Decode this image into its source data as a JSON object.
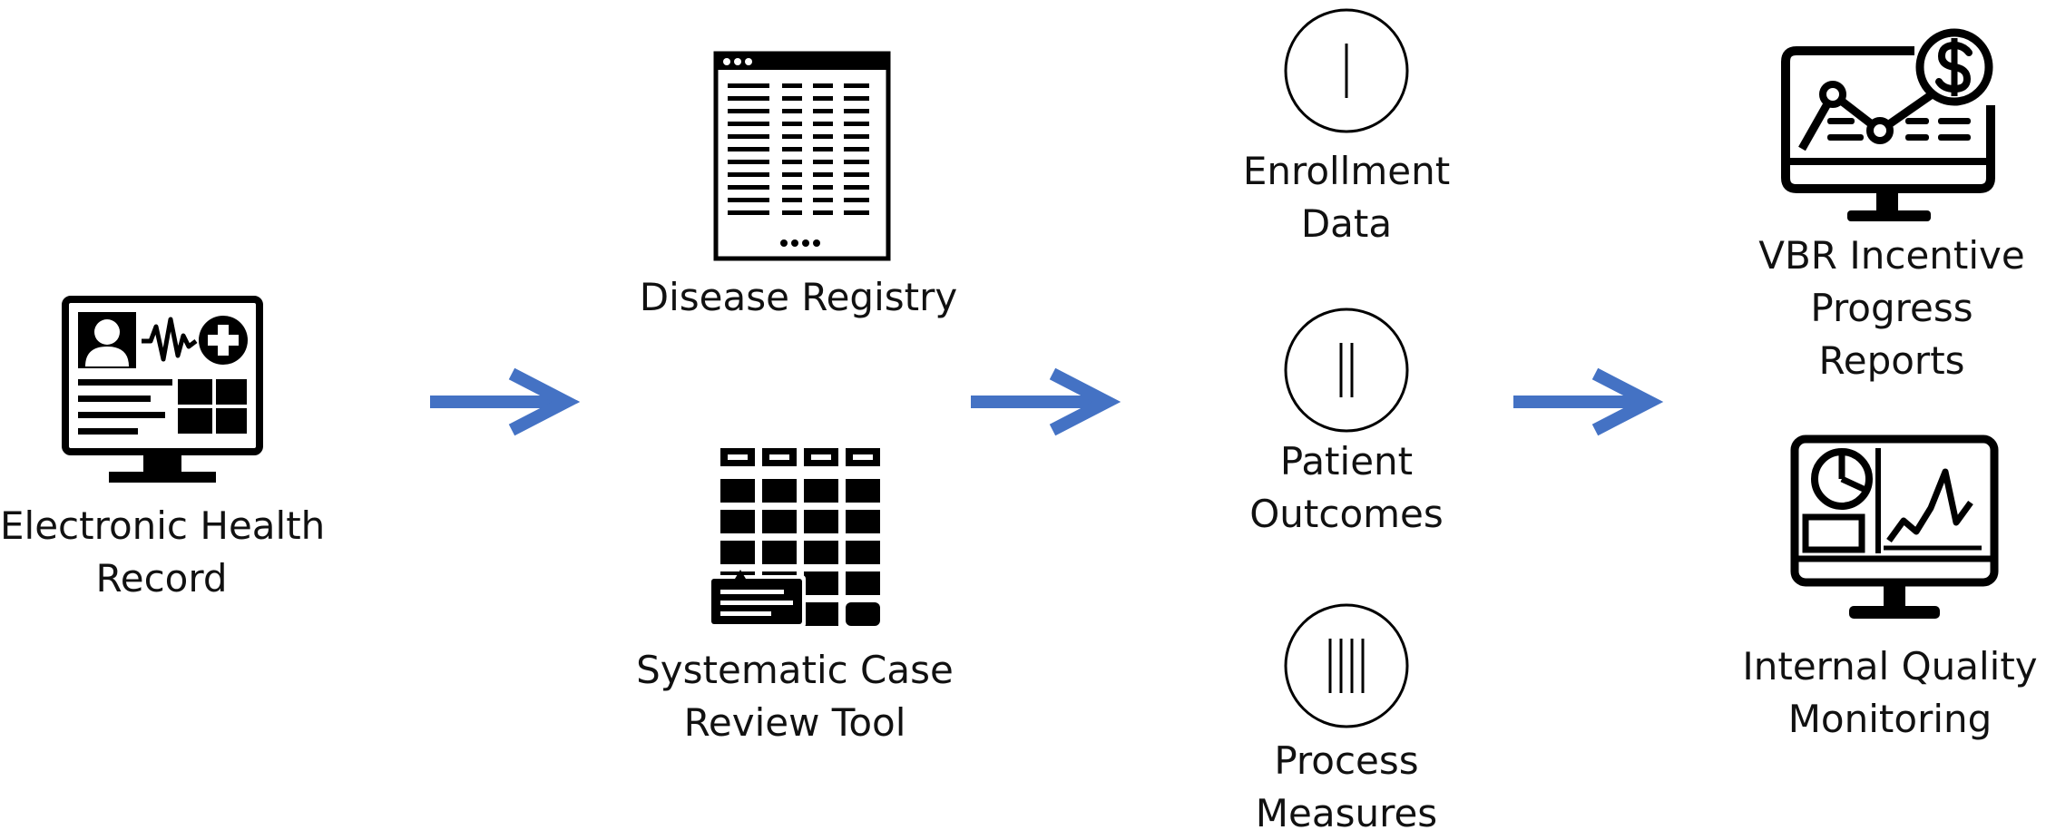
{
  "nodes": {
    "ehr": {
      "lines": [
        "Electronic Health",
        "Record"
      ],
      "icon": "ehr-monitor-icon"
    },
    "registry": {
      "lines": [
        "Disease Registry"
      ],
      "icon": "spreadsheet-icon"
    },
    "case_review": {
      "lines": [
        "Systematic Case",
        "Review Tool"
      ],
      "icon": "table-grid-icon"
    },
    "enrollment": {
      "lines": [
        "Enrollment",
        "Data"
      ],
      "numeral": "I"
    },
    "outcomes": {
      "lines": [
        "Patient",
        "Outcomes"
      ],
      "numeral": "II"
    },
    "process": {
      "lines": [
        "Process",
        "Measures"
      ],
      "numeral": "IIII"
    },
    "vbr": {
      "lines": [
        "VBR Incentive",
        "Progress",
        "Reports"
      ],
      "icon": "dollar-chart-monitor-icon"
    },
    "quality": {
      "lines": [
        "Internal Quality",
        "Monitoring"
      ],
      "icon": "dashboard-monitor-icon"
    }
  },
  "arrow_color": "#4472C4"
}
